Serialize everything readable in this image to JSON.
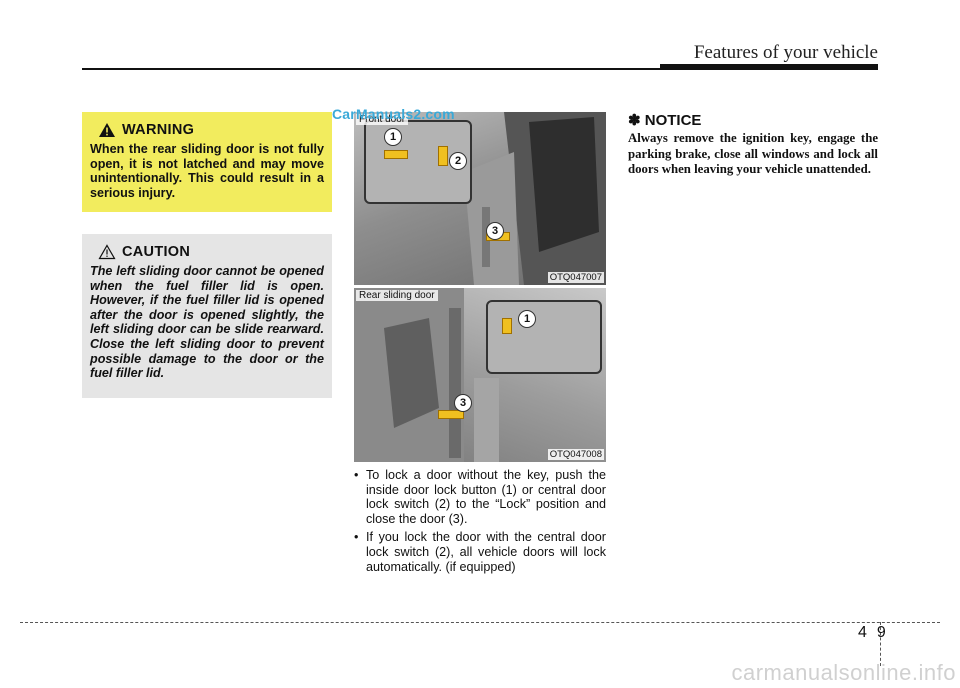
{
  "header": {
    "section_title": "Features of your vehicle"
  },
  "watermark": "CarManuals2.com",
  "warning": {
    "title": "WARNING",
    "text": "When the rear sliding door is not fully open, it is not latched and may move unintentionally. This could result in a serious injury."
  },
  "caution": {
    "title": "CAUTION",
    "text": "The left sliding door cannot be opened when the fuel filler lid is open. However, if the fuel filler lid is opened after the door is opened slightly, the left sliding door can be slide rearward. Close the left sliding door to prevent possible damage to the door or the fuel filler lid."
  },
  "figures": [
    {
      "label": "Front door",
      "code": "OTQ047007",
      "callouts": [
        "1",
        "2",
        "3"
      ]
    },
    {
      "label": "Rear sliding door",
      "code": "OTQ047008",
      "callouts": [
        "1",
        "3"
      ]
    }
  ],
  "bullets": [
    "To lock a door without the key, push the inside door lock button (1) or central door lock switch (2) to the “Lock” position and close the door (3).",
    "If you lock the door with the central door lock switch (2), all vehicle doors will lock automatically. (if equipped)"
  ],
  "bullet_symbol": "•",
  "notice": {
    "symbol": "✽",
    "title": "NOTICE",
    "text": "Always remove the ignition key, engage the parking brake, close all windows and lock all doors when leaving your vehicle unattended."
  },
  "page": {
    "chapter": "4",
    "number": "9"
  },
  "footer": {
    "site": "carmanualsonline.info"
  },
  "colors": {
    "warning_bg": "#f2ec5e",
    "caution_bg": "#e5e5e5",
    "watermark": "#3aa9d8"
  }
}
